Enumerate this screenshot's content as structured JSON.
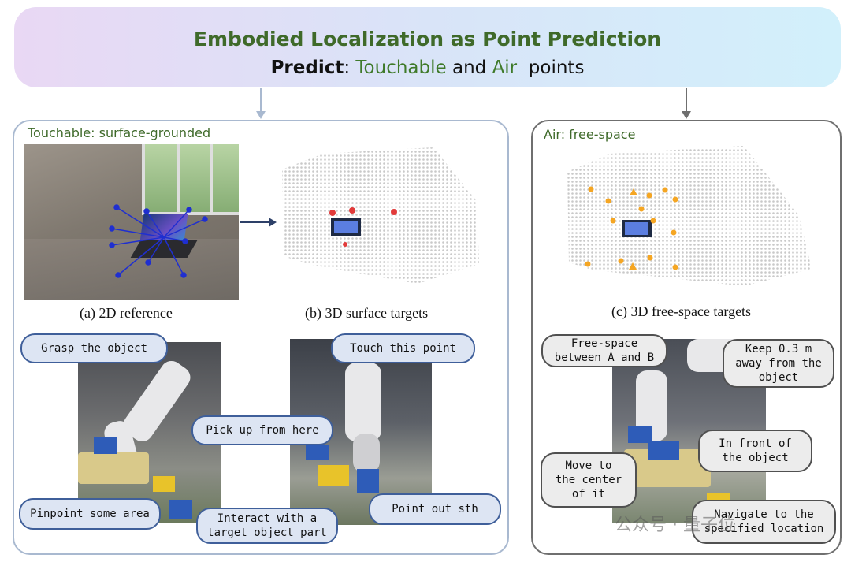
{
  "header": {
    "title": "Embodied Localization as Point Prediction",
    "subtitle_bold": "Predict",
    "subtitle_colon": ":",
    "touchable": "Touchable",
    "and": "and",
    "air": "Air",
    "points": "points"
  },
  "left_panel": {
    "label": "Touchable: surface-grounded",
    "caption_a": "(a) 2D reference",
    "caption_b": "(b) 3D surface targets",
    "bubbles": {
      "grasp": "Grasp the object",
      "touch": "Touch this point",
      "pick": "Pick up from here",
      "pinpoint": "Pinpoint some area",
      "interact": "Interact with a\ntarget object part",
      "point_out": "Point out sth"
    }
  },
  "right_panel": {
    "label": "Air: free-space",
    "caption_c": "(c) 3D free-space targets",
    "bubbles": {
      "free_space": "Free-space\nbetween A and B",
      "keep": "Keep 0.3 m\naway from the\nobject",
      "front": "In front of\nthe object",
      "center": "Move to\nthe center\nof it",
      "navigate": "Navigate to the\nspecified location"
    }
  },
  "watermark": "公众号 · 量子位",
  "colors": {
    "title_green": "#3f6a2a",
    "touchable_border": "#a9b9d0",
    "air_border": "#6f6f6f",
    "bubble_blue_bg": "#dde5f3",
    "bubble_blue_border": "#3f5f9a",
    "red_point": "#e23b3b",
    "orange_point": "#f5a623",
    "graph_line": "#1f2fd0"
  }
}
